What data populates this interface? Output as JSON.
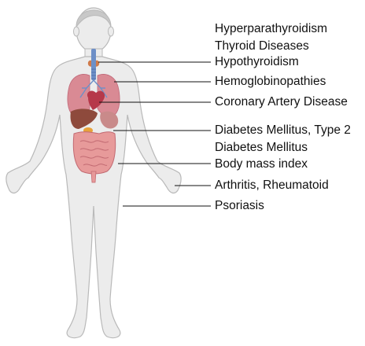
{
  "labels": [
    "Hyperparathyroidism",
    "Thyroid Diseases",
    "Hypothyroidism",
    "Hemoglobinopathies",
    "Coronary Artery Disease",
    "Diabetes Mellitus, Type 2",
    "Diabetes Mellitus",
    "Body mass index",
    "Arthritis, Rheumatoid",
    "Psoriasis"
  ],
  "colors": {
    "skin": "#ececec",
    "outline": "#b9b9b9",
    "hair": "#c8c8c8",
    "lungs": "#d98a94",
    "heart": "#b6384a",
    "liver": "#8e4a3c",
    "stomach": "#c98a8a",
    "intestines": "#e79a9a",
    "trachea": "#6d8fc7",
    "thyroid": "#d07a4a",
    "leader_line": "#111111"
  }
}
